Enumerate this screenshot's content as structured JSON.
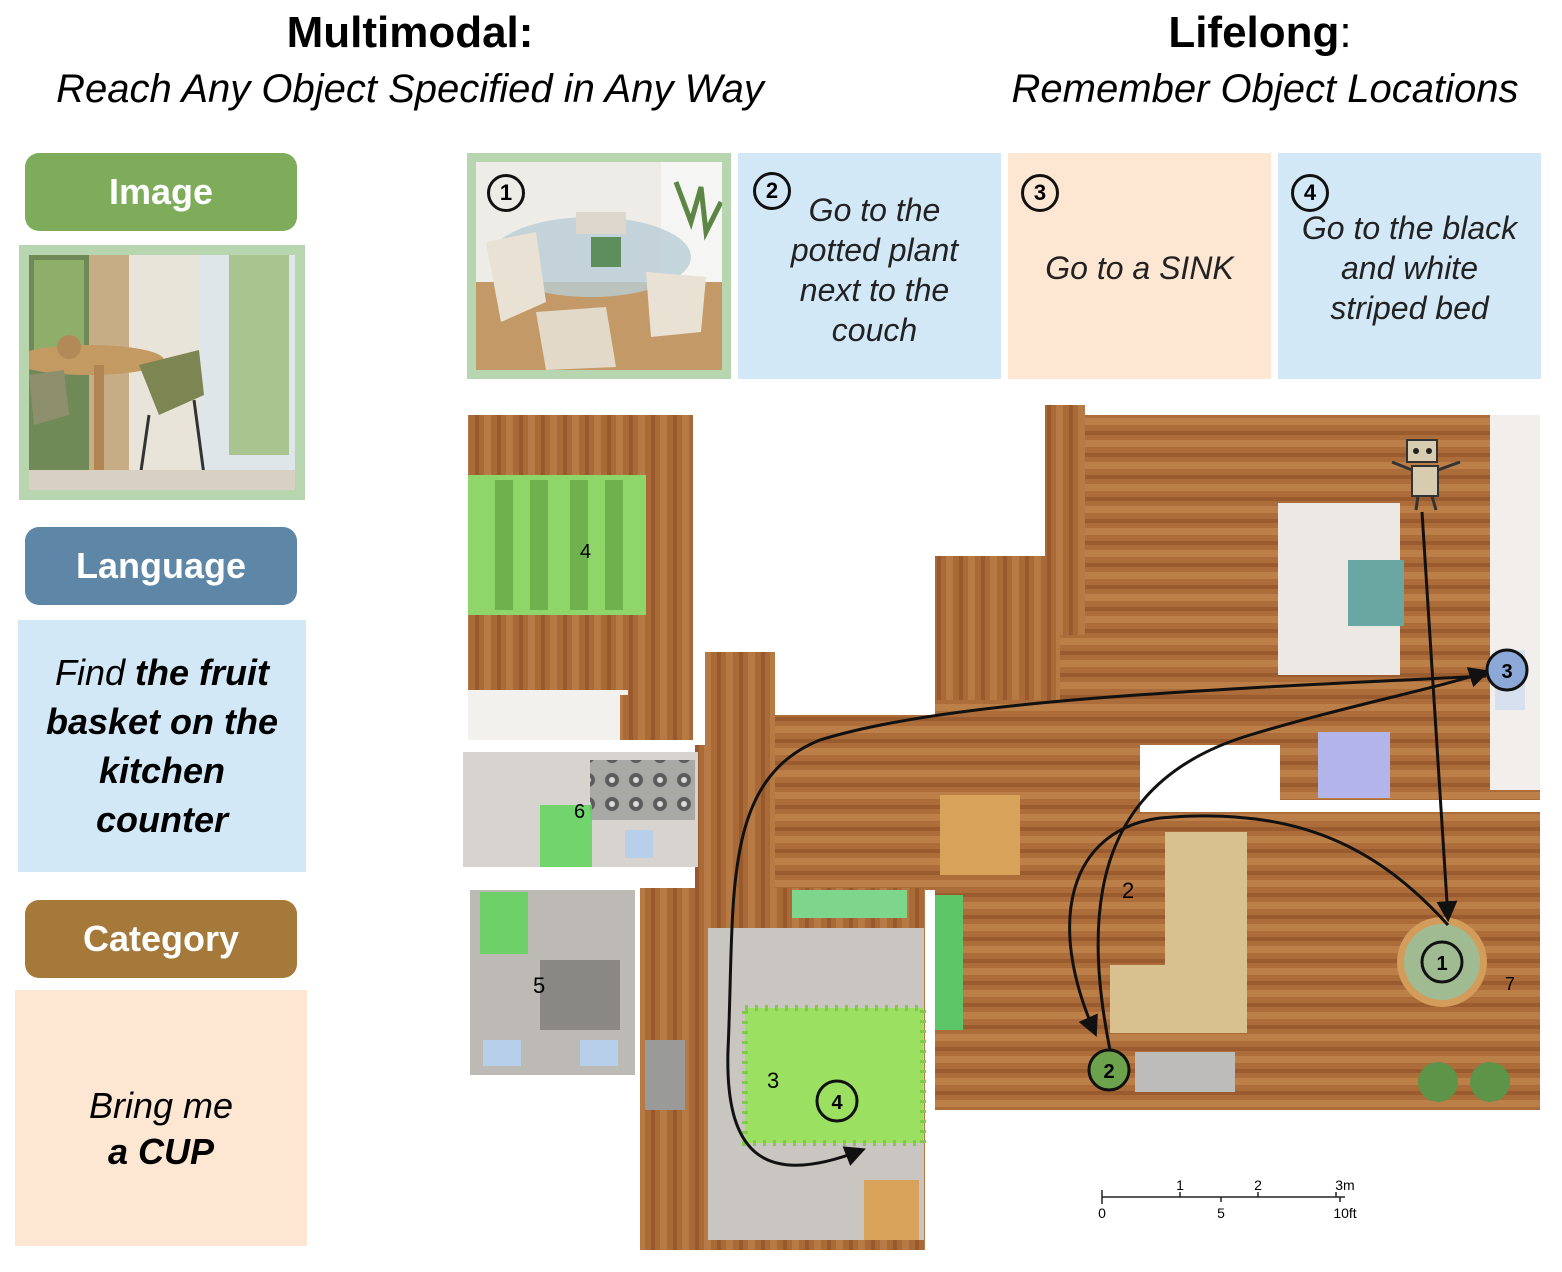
{
  "header": {
    "left_title": "Multimodal:",
    "left_subtitle": "Reach Any Object Specified in Any Way",
    "right_title": "Lifelong",
    "right_title_suffix": ":",
    "right_subtitle": "Remember Object Locations"
  },
  "sidebar": {
    "image_label": "Image",
    "language_label": "Language",
    "language_text_pre": "Find ",
    "language_text_bold": "the fruit basket on the kitchen counter",
    "category_label": "Category",
    "category_text_pre": "Bring me",
    "category_text_bold": "a CUP"
  },
  "tasks": [
    {
      "num": "1",
      "text": ""
    },
    {
      "num": "2",
      "text": "Go to the potted plant next to the couch"
    },
    {
      "num": "3",
      "text": "Go to a SINK"
    },
    {
      "num": "4",
      "text": "Go to the black and white striped bed"
    }
  ],
  "map": {
    "room_labels": [
      "4",
      "6",
      "5",
      "3",
      "2",
      "7"
    ],
    "markers": [
      "1",
      "2",
      "3",
      "4"
    ],
    "scale": {
      "meters": [
        "1",
        "2",
        "3m"
      ],
      "feet": [
        "0",
        "5",
        "10ft"
      ]
    }
  },
  "colors": {
    "green": "#7eac5b",
    "blue": "#5e86a6",
    "brown": "#a4793a",
    "light_blue": "#d2e8f7",
    "peach": "#fde6d2",
    "border_green": "#b7d6b0",
    "wood": "#a96a38"
  }
}
